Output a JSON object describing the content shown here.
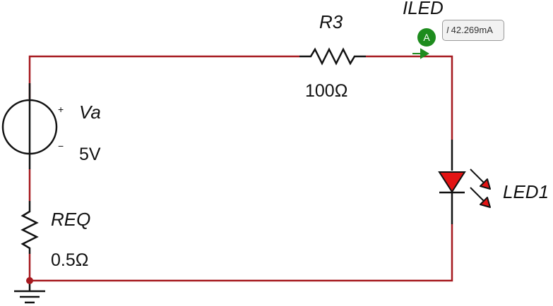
{
  "components": {
    "source": {
      "name": "Va",
      "value": "5V",
      "plus": "+",
      "minus": "−"
    },
    "resistor_r3": {
      "name": "R3",
      "value": "100Ω"
    },
    "resistor_req": {
      "name": "REQ",
      "value": "0.5Ω"
    },
    "led": {
      "name": "LED1"
    },
    "probe": {
      "name": "ILED",
      "badge": "A",
      "cursor": "I",
      "reading": "42.269mA"
    }
  },
  "colors": {
    "wire": "#a6191f",
    "component": "#111111",
    "led_fill": "#e31414",
    "probe_green": "#1e8c1e",
    "ground_node": "#a6191f"
  }
}
